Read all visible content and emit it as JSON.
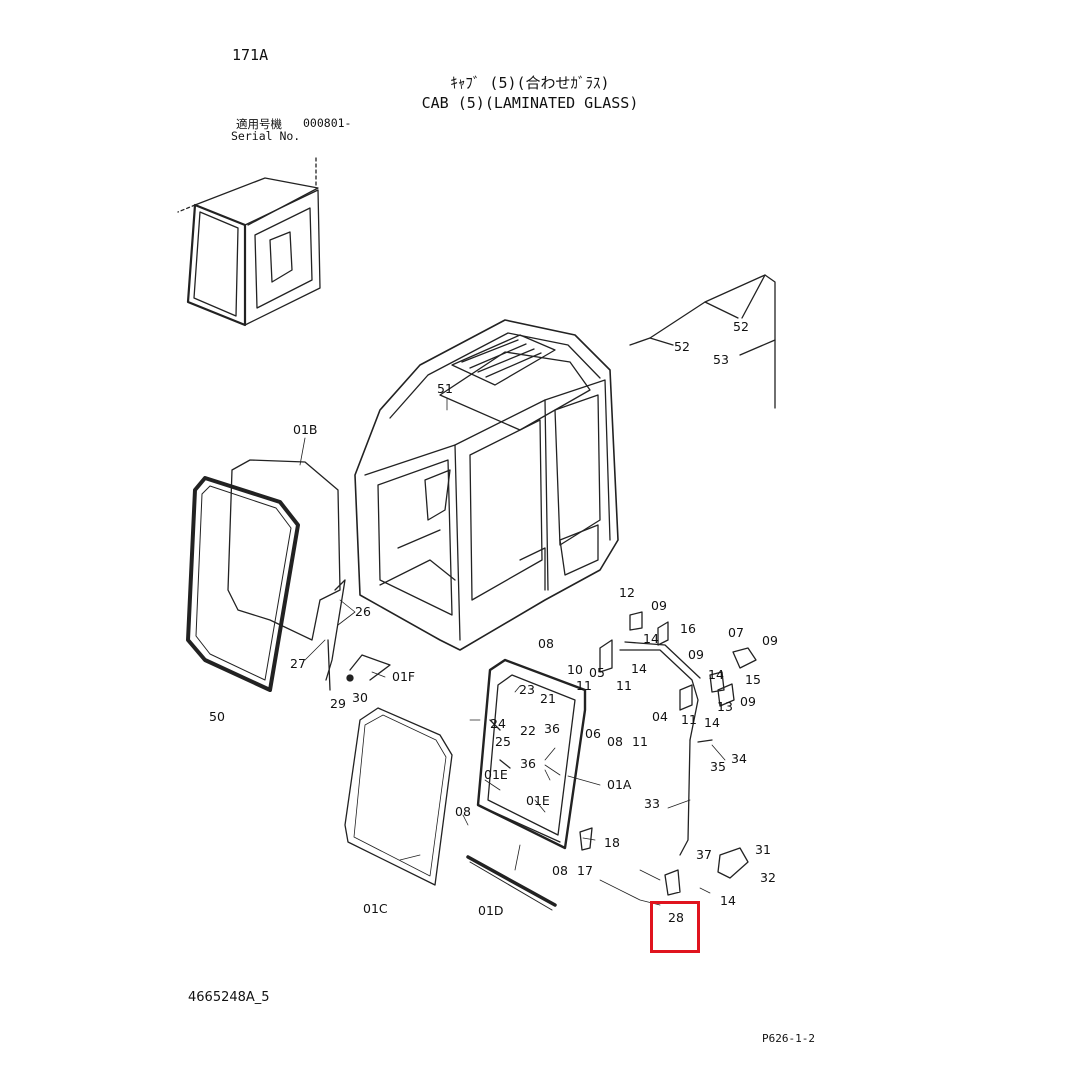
{
  "header": {
    "page_number": "171A",
    "title_jp": "ｷｬﾌﾞ (5)(合わせｶﾞﾗｽ)",
    "title_en": "CAB (5)(LAMINATED GLASS)",
    "serial_label_jp": "適用号機",
    "serial_label_en": "Serial No.",
    "serial_value": "000801-"
  },
  "footer": {
    "drawing_number": "4665248A_5",
    "page_code": "P626-1-2"
  },
  "callouts": {
    "c52a": "52",
    "c52b": "52",
    "c53": "53",
    "c51": "51",
    "c01B": "01B",
    "c26": "26",
    "c27": "27",
    "c01F": "01F",
    "c29": "29",
    "c30": "30",
    "c50": "50",
    "c12": "12",
    "c09a": "09",
    "c14a": "14",
    "c16": "16",
    "c07": "07",
    "c09b": "09",
    "c08a": "08",
    "c10": "10",
    "c05": "05",
    "c14b": "14",
    "c09c": "09",
    "c11a": "11",
    "c11b": "11",
    "c14c": "14",
    "c15": "15",
    "c09d": "09",
    "c23": "23",
    "c21": "21",
    "c04": "04",
    "c11c": "11",
    "c13": "13",
    "c24": "24",
    "c22": "22",
    "c36a": "36",
    "c14d": "14",
    "c25": "25",
    "c06": "06",
    "c08b": "08",
    "c11d": "11",
    "c34": "34",
    "c35": "35",
    "c36b": "36",
    "c01E_a": "01E",
    "c01A": "01A",
    "c08c": "08",
    "c01E_b": "01E",
    "c33": "33",
    "c18": "18",
    "c37": "37",
    "c31": "31",
    "c08d": "08",
    "c17": "17",
    "c32": "32",
    "c14e": "14",
    "c01C": "01C",
    "c01D": "01D",
    "c28": "28"
  },
  "highlight": {
    "part": "28",
    "color": "#e0141e"
  }
}
